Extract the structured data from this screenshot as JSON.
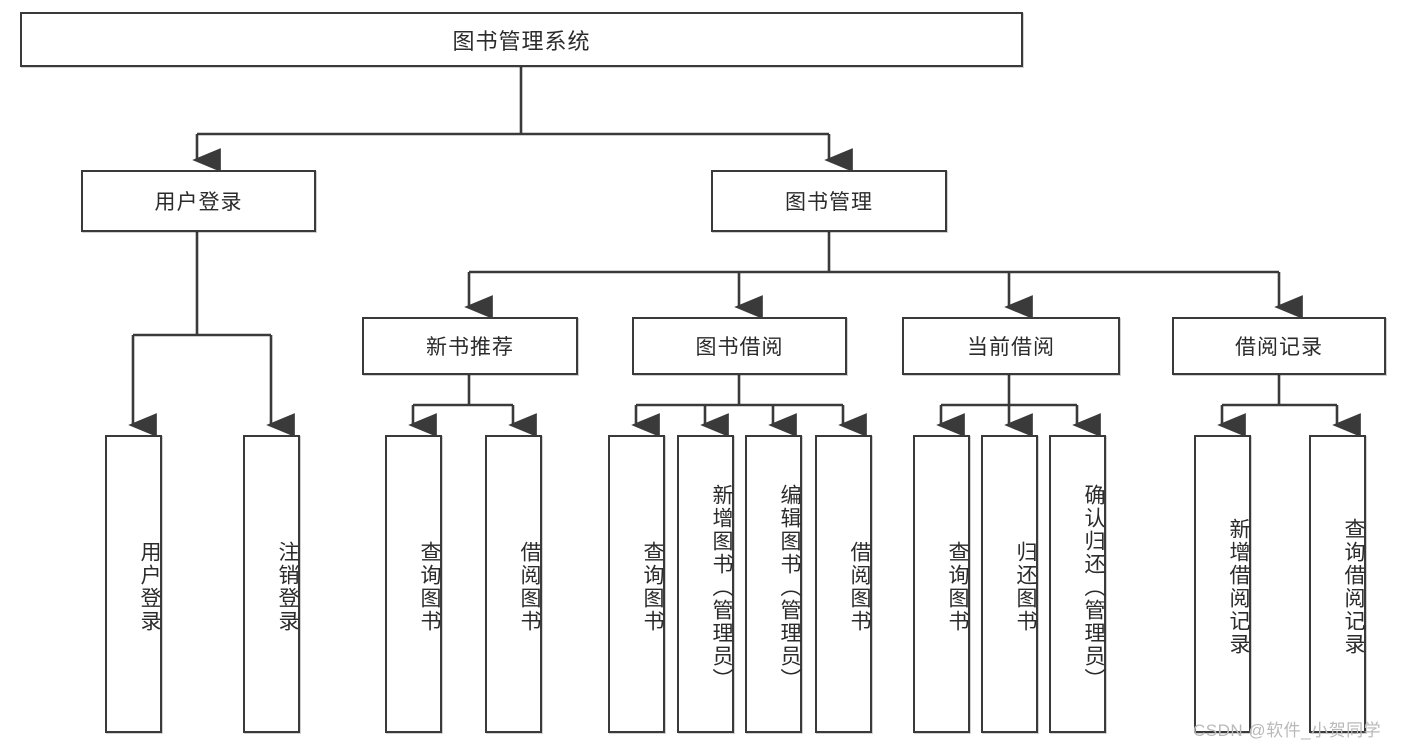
{
  "diagram": {
    "title_node": {
      "label": "图书管理系统"
    },
    "level2": [
      {
        "id": "user-login",
        "label": "用户登录"
      },
      {
        "id": "book-management",
        "label": "图书管理"
      }
    ],
    "level3": [
      {
        "id": "new-book-recommend",
        "label": "新书推荐"
      },
      {
        "id": "book-borrow",
        "label": "图书借阅"
      },
      {
        "id": "current-borrow",
        "label": "当前借阅"
      },
      {
        "id": "borrow-record",
        "label": "借阅记录"
      }
    ],
    "leaves": [
      {
        "id": "leaf-user-login",
        "label": "用户登录"
      },
      {
        "id": "leaf-logout-login",
        "label": "注销登录"
      },
      {
        "id": "leaf-query-book-1",
        "label": "查询图书"
      },
      {
        "id": "leaf-borrow-book-1",
        "label": "借阅图书"
      },
      {
        "id": "leaf-query-book-2",
        "label": "查询图书"
      },
      {
        "id": "leaf-add-book-admin",
        "label": "新增图书（管理员）"
      },
      {
        "id": "leaf-edit-book-admin",
        "label": "编辑图书（管理员）"
      },
      {
        "id": "leaf-borrow-book-2",
        "label": "借阅图书"
      },
      {
        "id": "leaf-query-book-3",
        "label": "查询图书"
      },
      {
        "id": "leaf-return-book",
        "label": "归还图书"
      },
      {
        "id": "leaf-confirm-return-admin",
        "label": "确认归还（管理员）"
      },
      {
        "id": "leaf-add-borrow-record",
        "label": "新增借阅记录"
      },
      {
        "id": "leaf-query-borrow-record",
        "label": "查询借阅记录"
      }
    ]
  },
  "watermark": {
    "text": "CSDN @软件_小贺同学"
  },
  "colors": {
    "stroke": "#3a3a3a",
    "text": "#2b2b2b",
    "background": "#ffffff",
    "watermark": "#b9b9b9"
  }
}
